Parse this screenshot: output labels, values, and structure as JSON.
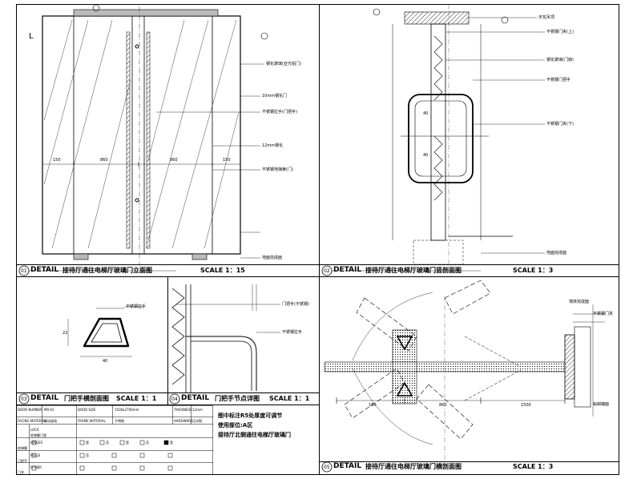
{
  "sheet": {
    "panel_a": {
      "code": "01",
      "word": "DETAIL",
      "title": "接待厅通往电梯厅玻璃门立面图",
      "scale": "SCALE 1：15"
    },
    "panel_b": {
      "code": "02",
      "word": "DETAIL",
      "title": "接待厅通往电梯厅玻璃门竖剖面图",
      "scale": "SCALE 1：3"
    },
    "panel_c": {
      "code": "03",
      "word": "DETAIL",
      "title": "门把手横剖面图",
      "scale": "SCALE 1：1"
    },
    "panel_d": {
      "code": "04",
      "word": "DETAIL",
      "title": "门把手节点详图",
      "scale": "SCALE 1：1"
    },
    "panel_e": {
      "code": "05",
      "word": "DETAIL",
      "title": "接待厅通往电梯厅玻璃门横剖面图",
      "scale": "SCALE 1：3"
    }
  },
  "notes": {
    "line1": "图中标注R5处厚度可调节",
    "line2": "使用部位:A区",
    "line3": "接待厅北侧通往电梯厅玻璃门"
  },
  "callouts": {
    "elev_top": "钢化玻璃(亚光铝门)",
    "elev_2": "10mm钢化门",
    "elev_3": "不锈钢拉手(门把手)",
    "elev_4": "12mm钢化",
    "elev_5": "不锈钢地弹簧(门)",
    "elev_floor": "地面完成面",
    "sec_top": "天花吊顶",
    "sec_1": "不锈钢门夹(上)",
    "sec_2": "钢化玻璃(门扇)",
    "sec_3": "不锈钢门把手",
    "sec_4": "不锈钢门夹(下)",
    "sec_floor": "地面完成面",
    "hnd_1": "不锈钢拉手",
    "node_1": "门把手(不锈钢)",
    "node_2": "不锈钢拉手",
    "plan_1": "墙体完成面",
    "plan_2": "不锈钢门夹",
    "plan_3": "石材墙面"
  },
  "dims": {
    "e_w1": "150",
    "e_w2": "860",
    "e_w3": "860",
    "e_w4": "150",
    "s_d1": "40",
    "s_d2": "40",
    "h_w": "40",
    "h_h": "22",
    "p_d1": "180",
    "p_d2": "860",
    "p_d3": "1500"
  },
  "table": {
    "r1": [
      "DOOR NUMBER",
      "MR-01",
      "DOOR SIZE",
      "1500x2700mm",
      "THICKNESS",
      "12mm"
    ],
    "r2": [
      "FACING MATERIAL",
      "钢化玻璃",
      "FRAME MATERIAL",
      "不锈钢",
      "HARDWARE",
      "见详图"
    ],
    "r3": [
      "LOCK",
      "地弹簧门锁"
    ],
    "r4": [
      "HINGES",
      "地弹簧"
    ],
    "r5": [
      "PULLS",
      "门把手"
    ],
    "r6": [
      "OTHER",
      "门夹"
    ]
  },
  "checkbox_labels": [
    "是",
    "否",
    "是",
    "否",
    "是",
    "否"
  ]
}
